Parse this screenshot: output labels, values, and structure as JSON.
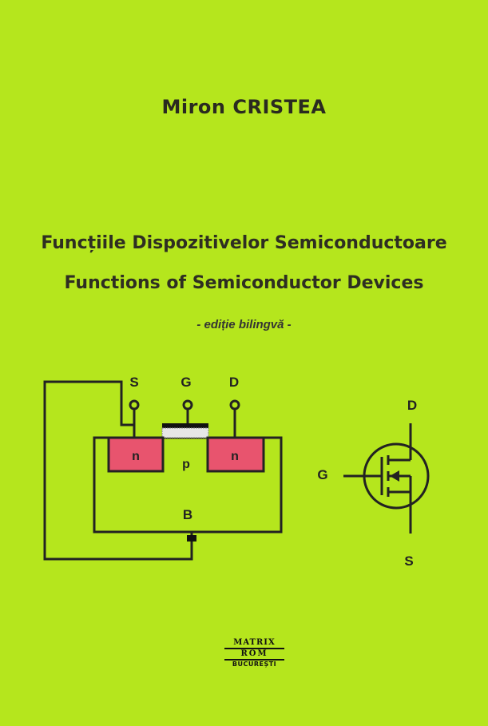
{
  "cover": {
    "author": "Miron CRISTEA",
    "title_ro": "Funcțiile Dispozitivelor Semiconductoare",
    "title_en": "Functions of Semiconductor Devices",
    "edition": "- ediție bilingvă -"
  },
  "diagram": {
    "terminal_source": "S",
    "terminal_gate": "G",
    "terminal_drain": "D",
    "region_source": "n",
    "region_drain": "n",
    "substrate": "p",
    "body": "B"
  },
  "symbol": {
    "drain": "D",
    "gate": "G",
    "source": "S"
  },
  "publisher": {
    "line1": "MATRIX",
    "line2": "ROM",
    "line3": "BUCUREȘTI"
  },
  "colors": {
    "background": "#b5e61d",
    "n_region": "#e8546e",
    "gate_oxide": "#e6e6e6"
  }
}
